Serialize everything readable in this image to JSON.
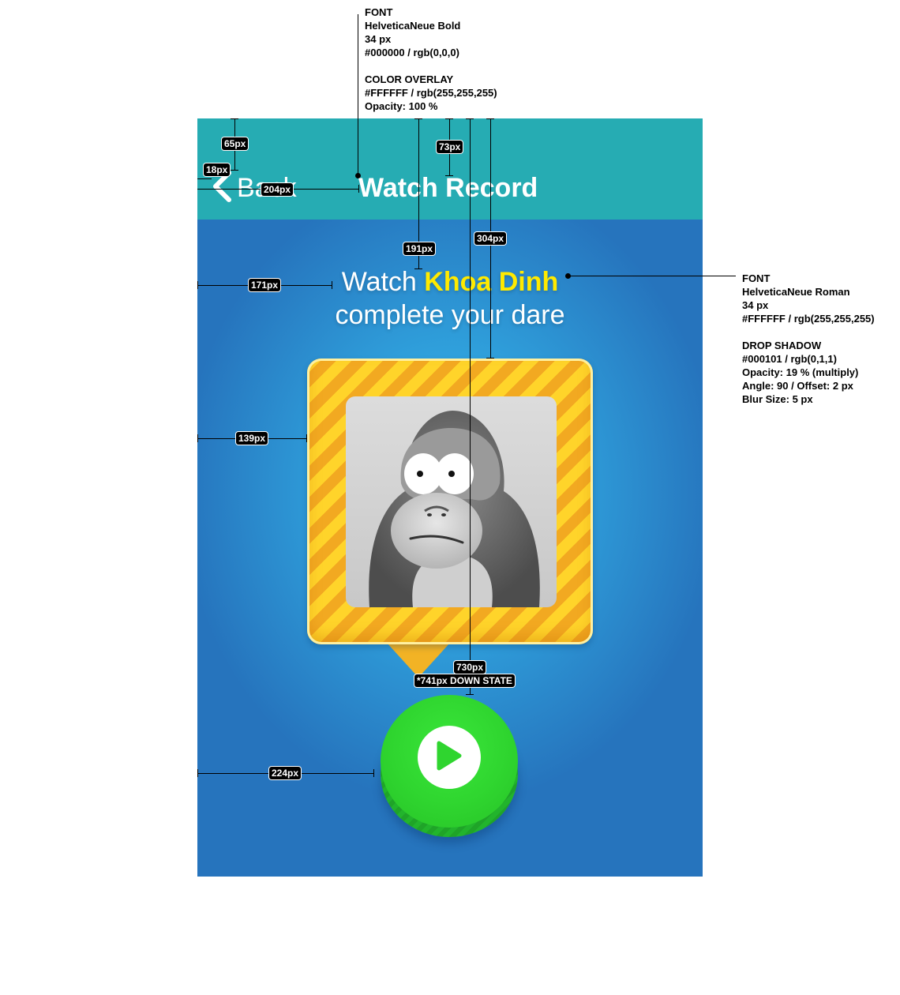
{
  "nav": {
    "back_label": "Back",
    "title": "Watch Record",
    "bg_color": "#26acb3"
  },
  "headline": {
    "prefix": "Watch",
    "name": "Khoa Dinh",
    "line2": "complete your dare",
    "name_color": "#ffea00"
  },
  "spec_title_font": {
    "heading": "FONT",
    "font": "HelveticaNeue Bold",
    "size": "34 px",
    "color": "#000000 / rgb(0,0,0)",
    "overlay_heading": "COLOR OVERLAY",
    "overlay_color": "#FFFFFF / rgb(255,255,255)",
    "overlay_opacity": "Opacity: 100 %"
  },
  "spec_headline_font": {
    "heading": "FONT",
    "font": "HelveticaNeue Roman",
    "size": "34 px",
    "color": "#FFFFFF / rgb(255,255,255)",
    "shadow_heading": "DROP SHADOW",
    "shadow_color": "#000101 / rgb(0,1,1)",
    "shadow_opacity": "Opacity: 19 % (multiply)",
    "shadow_angle": "Angle: 90 / Offset: 2 px",
    "shadow_blur": "Blur Size: 5 px"
  },
  "dimensions": {
    "d65": "65px",
    "d18": "18px",
    "d204": "204px",
    "d73": "73px",
    "d191": "191px",
    "d304": "304px",
    "d171": "171px",
    "d139": "139px",
    "d730": "730px",
    "d741": "*741px DOWN STATE",
    "d224": "224px"
  },
  "colors": {
    "play_green": "#2fd52f",
    "card_yellow": "#ffd42a",
    "card_orange": "#f2a921"
  },
  "icons": {
    "back": "chevron-left-icon",
    "play": "play-icon",
    "avatar": "gorilla-avatar"
  }
}
